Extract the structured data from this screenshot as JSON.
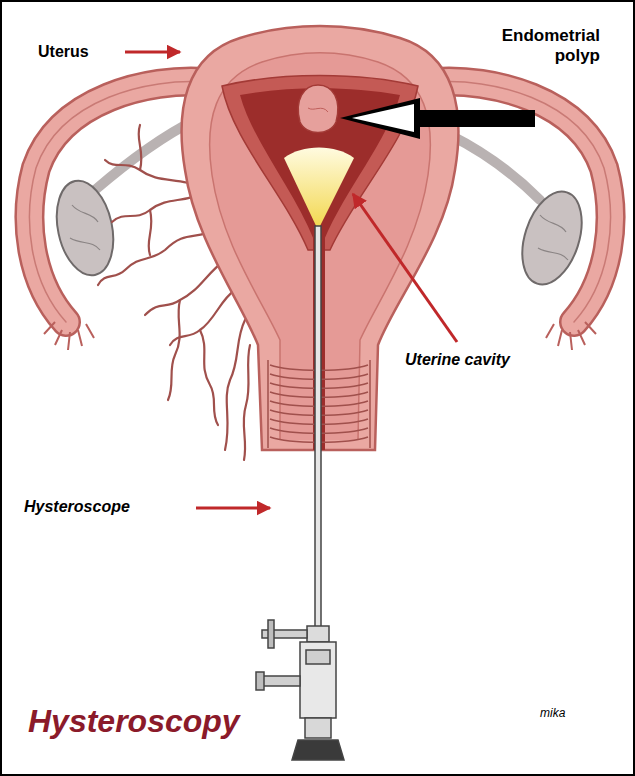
{
  "diagram": {
    "title": "Hysteroscopy",
    "labels": [
      "Uterus",
      "Endometrial polyp",
      "Uterine cavity",
      "Hysteroscope",
      "mika"
    ]
  }
}
